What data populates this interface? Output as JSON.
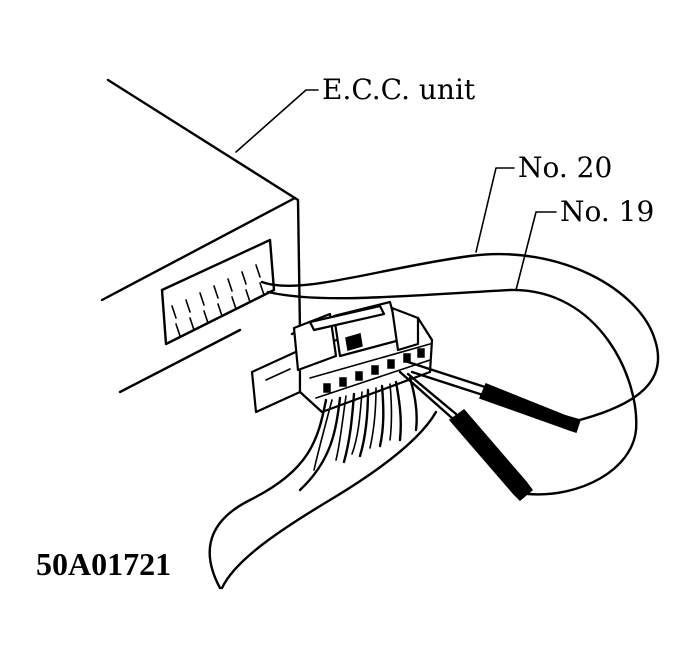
{
  "diagram": {
    "labels": {
      "ecc_unit": "E.C.C. unit",
      "wire_20": "No. 20",
      "wire_19": "No. 19"
    },
    "figure_id": "50A01721"
  }
}
